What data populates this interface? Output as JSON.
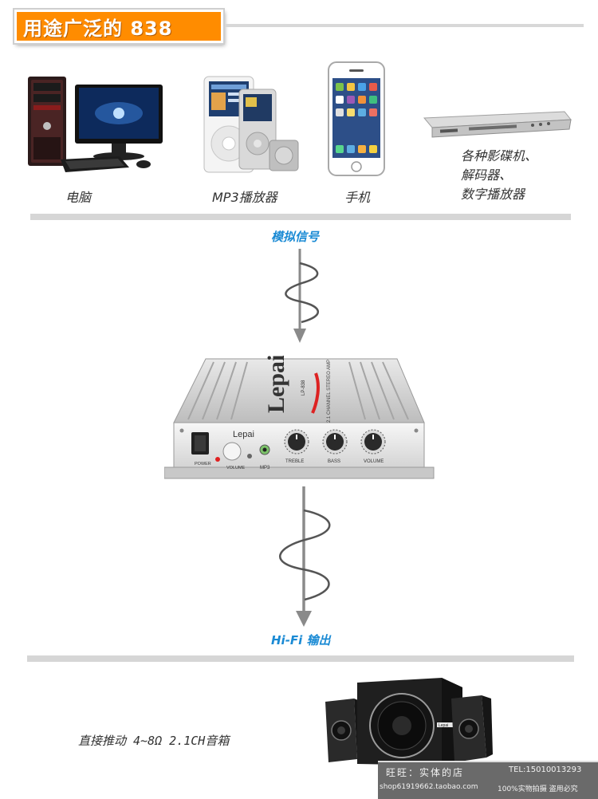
{
  "header": {
    "title": "用途广泛的 838"
  },
  "devices": {
    "computer": {
      "label": "电脑"
    },
    "mp3": {
      "label": "MP3播放器"
    },
    "phone": {
      "label": "手机"
    },
    "dvd": {
      "line1": "各种影碟机、",
      "line2": "解码器、",
      "line3": "数字播放器"
    }
  },
  "signal": {
    "input_label": "模拟信号",
    "output_label": "Hi-Fi 输出"
  },
  "amplifier": {
    "brand": "Lepai",
    "model": "LP-838",
    "side_text": "2.1 CHANNEL STEREO AMP",
    "power_label": "POWER",
    "volume_small_label": "VOLUME",
    "mp3_label": "MP3",
    "treble_label": "TREBLE",
    "bass_label": "BASS",
    "volume_label": "VOLUME"
  },
  "speakers": {
    "label": "直接推动 4~8Ω 2.1CH音箱",
    "center_badge": "Lepai"
  },
  "watermark": {
    "left_text": "旺旺：实体的店",
    "tel": "TEL:15010013293",
    "shop": "shop61919662.taobao.com",
    "note": "100%实物拍摄 盗用必究"
  }
}
